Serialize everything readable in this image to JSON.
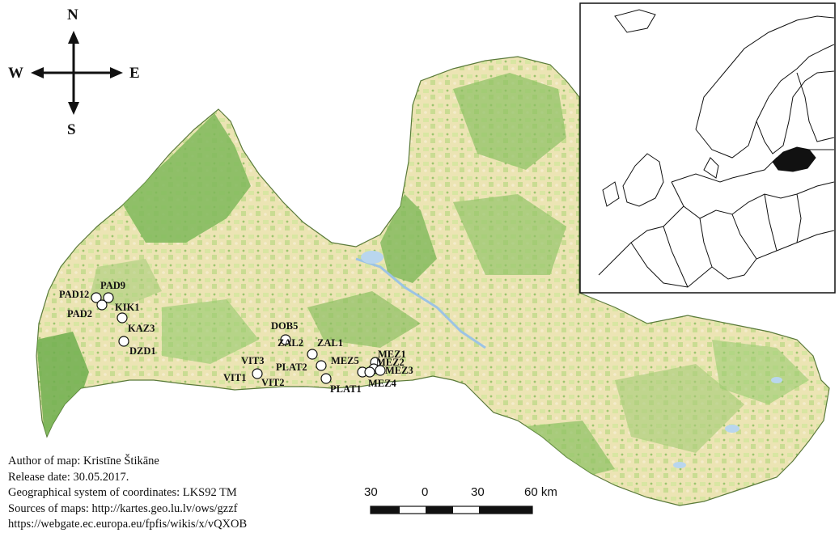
{
  "compass": {
    "north": "N",
    "south": "S",
    "west": "W",
    "east": "E"
  },
  "sites": [
    {
      "id": "PAD12",
      "label": "PAD12"
    },
    {
      "id": "PAD9",
      "label": "PAD9"
    },
    {
      "id": "PAD2",
      "label": "PAD2"
    },
    {
      "id": "KIK1",
      "label": "KIK1"
    },
    {
      "id": "KAZ3",
      "label": "KAZ3"
    },
    {
      "id": "DZD1",
      "label": "DZD1"
    },
    {
      "id": "DOB5",
      "label": "DOB5"
    },
    {
      "id": "ZAL2",
      "label": "ZAL2"
    },
    {
      "id": "ZAL1",
      "label": "ZAL1"
    },
    {
      "id": "VIT3",
      "label": "VIT3"
    },
    {
      "id": "VIT1",
      "label": "VIT1"
    },
    {
      "id": "VIT2",
      "label": "VIT2"
    },
    {
      "id": "PLAT2",
      "label": "PLAT2"
    },
    {
      "id": "PLAT1",
      "label": "PLAT1"
    },
    {
      "id": "MEZ5",
      "label": "MEZ5"
    },
    {
      "id": "MEZ1",
      "label": "MEZ1"
    },
    {
      "id": "MEZ2",
      "label": "MEZ2"
    },
    {
      "id": "MEZ3",
      "label": "MEZ3"
    },
    {
      "id": "MEZ4",
      "label": "MEZ4"
    }
  ],
  "credits": {
    "author": "Author of map: Kristīne Štikāne",
    "release": "Release date: 30.05.2017.",
    "coords": "Geographical system of coordinates: LKS92 TM",
    "sources": "Sources of maps: http://kartes.geo.lu.lv/ows/gzzf",
    "url": "https://webgate.ec.europa.eu/fpfis/wikis/x/vQXOB"
  },
  "scale_bar": {
    "ticks": [
      "30",
      "0",
      "30",
      "60 km"
    ]
  },
  "colors": {
    "land": "#ece4b4",
    "forest": "#7fb85a",
    "forest_light": "#a9cd7a",
    "water": "#b9d6ee",
    "site_fill": "#ffffff",
    "highlight_country": "#111111"
  }
}
